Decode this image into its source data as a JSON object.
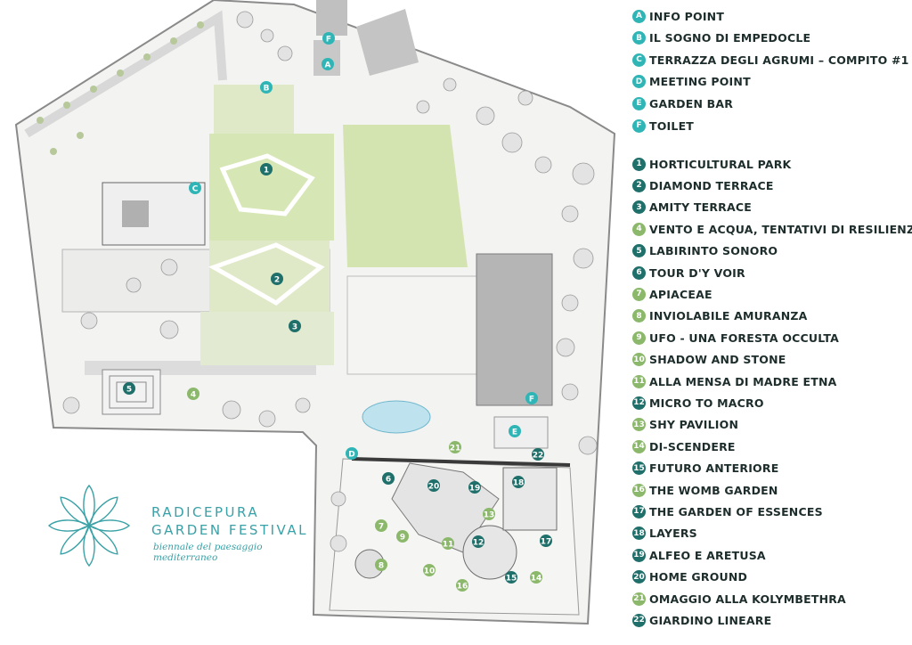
{
  "colors": {
    "letter_badge": "#2fb5b6",
    "dark_badge": "#1f6f6a",
    "light_badge": "#8bb86a",
    "path": "#c9c9c9",
    "garden": "#dfe9c7",
    "building": "#b7b7b7"
  },
  "logo": {
    "line1": "RADICEPURA",
    "line2": "GARDEN FESTIVAL",
    "line3": "biennale del paesaggio mediterraneo"
  },
  "legend": {
    "services": [
      {
        "id": "A",
        "label": "INFO POINT"
      },
      {
        "id": "B",
        "label": "IL SOGNO DI EMPEDOCLE"
      },
      {
        "id": "C",
        "label": "TERRAZZA DEGLI AGRUMI – COMPITO #1"
      },
      {
        "id": "D",
        "label": "MEETING POINT"
      },
      {
        "id": "E",
        "label": "GARDEN BAR"
      },
      {
        "id": "F",
        "label": "TOILET"
      }
    ],
    "gardens": [
      {
        "id": "1",
        "label": "HORTICULTURAL PARK",
        "tone": "dark"
      },
      {
        "id": "2",
        "label": "DIAMOND TERRACE",
        "tone": "dark"
      },
      {
        "id": "3",
        "label": "AMITY TERRACE",
        "tone": "dark"
      },
      {
        "id": "4",
        "label": "VENTO E ACQUA, TENTATIVI DI RESILIENZA",
        "tone": "light"
      },
      {
        "id": "5",
        "label": "LABIRINTO SONORO",
        "tone": "dark"
      },
      {
        "id": "6",
        "label": "TOUR D'Y VOIR",
        "tone": "dark"
      },
      {
        "id": "7",
        "label": "APIACEAE",
        "tone": "light"
      },
      {
        "id": "8",
        "label": "INVIOLABILE AMURANZA",
        "tone": "light"
      },
      {
        "id": "9",
        "label": "UFO - UNA FORESTA OCCULTA",
        "tone": "light"
      },
      {
        "id": "10",
        "label": "SHADOW AND STONE",
        "tone": "light"
      },
      {
        "id": "11",
        "label": "ALLA MENSA DI MADRE ETNA",
        "tone": "light"
      },
      {
        "id": "12",
        "label": "MICRO TO MACRO",
        "tone": "dark"
      },
      {
        "id": "13",
        "label": "SHY PAVILION",
        "tone": "light"
      },
      {
        "id": "14",
        "label": "DI-SCENDERE",
        "tone": "light"
      },
      {
        "id": "15",
        "label": "FUTURO ANTERIORE",
        "tone": "dark"
      },
      {
        "id": "16",
        "label": "THE WOMB GARDEN",
        "tone": "light"
      },
      {
        "id": "17",
        "label": "THE GARDEN OF ESSENCES",
        "tone": "dark"
      },
      {
        "id": "18",
        "label": "LAYERS",
        "tone": "dark"
      },
      {
        "id": "19",
        "label": "ALFEO E ARETUSA",
        "tone": "dark"
      },
      {
        "id": "20",
        "label": "HOME GROUND",
        "tone": "dark"
      },
      {
        "id": "21",
        "label": "OMAGGIO ALLA KOLYMBETHRA",
        "tone": "light"
      },
      {
        "id": "22",
        "label": "GIARDINO LINEARE",
        "tone": "dark"
      }
    ]
  }
}
